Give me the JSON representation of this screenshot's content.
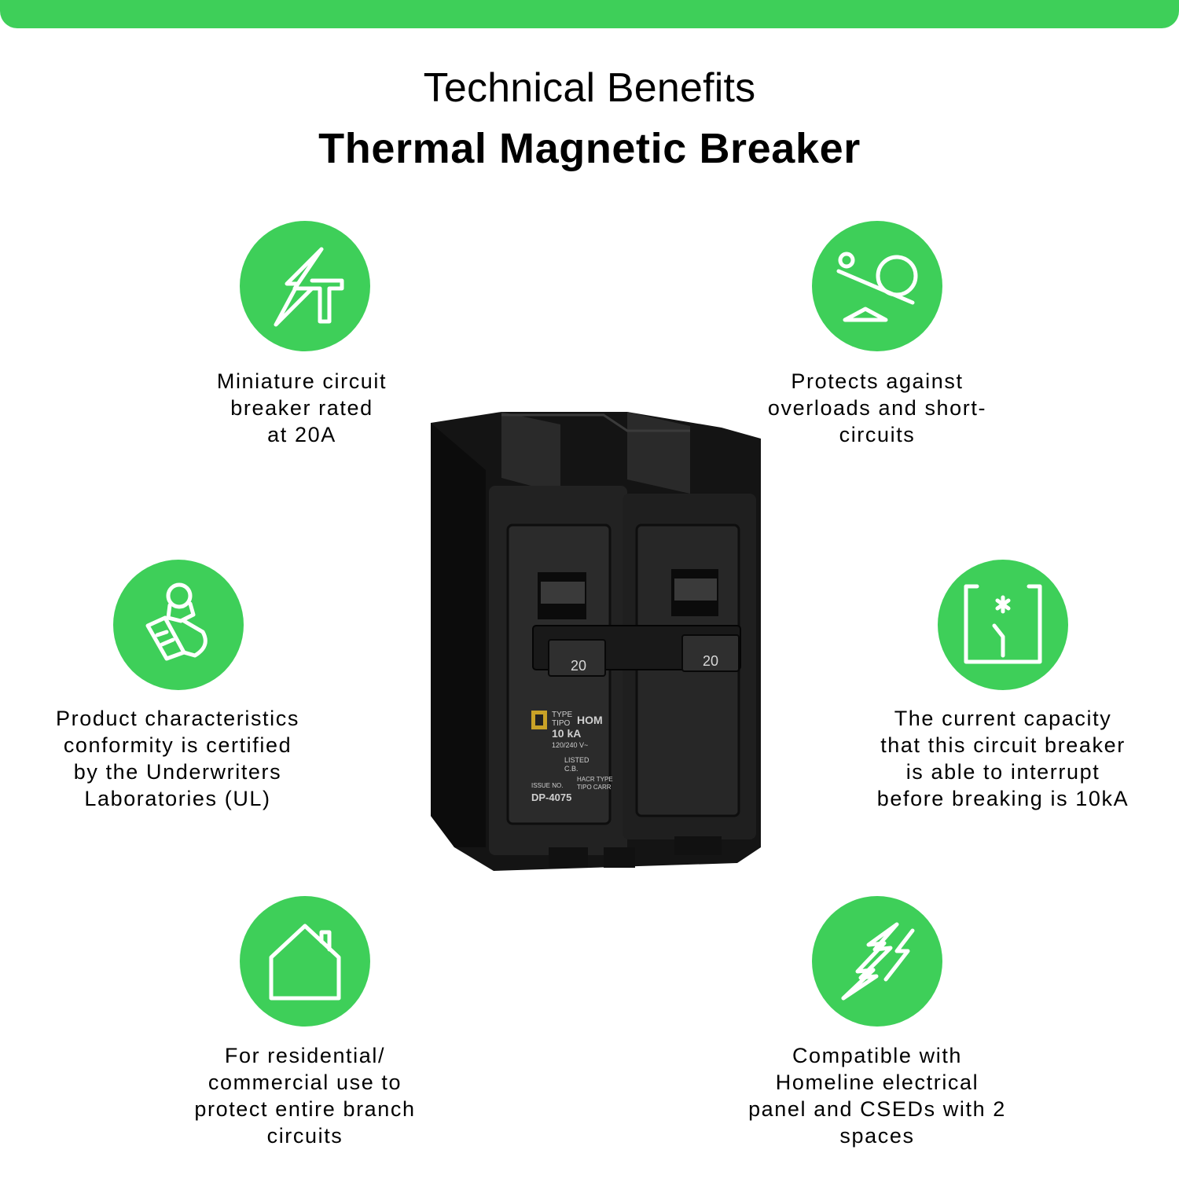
{
  "header": {
    "subtitle": "Technical Benefits",
    "title": "Thermal Magnetic Breaker"
  },
  "colors": {
    "accent": "#3ecf59",
    "icon_stroke": "#ffffff",
    "text": "#000000",
    "product_body": "#1c1c1c"
  },
  "features": [
    {
      "icon": "lightning-bolt-icon",
      "text": "Miniature circuit\nbreaker rated\nat 20A"
    },
    {
      "icon": "seesaw-balance-icon",
      "text": "Protects against\noverloads and short-\ncircuits"
    },
    {
      "icon": "certificate-badge-icon",
      "text": "Product characteristics\nconformity is certified\nby the Underwriters\nLaboratories (UL)"
    },
    {
      "icon": "circuit-breaker-switch-icon",
      "text": "The current capacity\nthat this circuit breaker\nis able to interrupt\nbefore breaking is 10kA"
    },
    {
      "icon": "house-icon",
      "text": "For residential/\ncommercial use to\nprotect entire branch\ncircuits"
    },
    {
      "icon": "double-lightning-icon",
      "text": "Compatible with\nHomeline electrical\npanel and CSEDs with 2\nspaces"
    }
  ],
  "product": {
    "handle_ratings": [
      "20",
      "20"
    ],
    "label": {
      "type": "TYPE",
      "tipo": "TIPO",
      "model": "HOM",
      "rating": "10 kA",
      "voltage": "120/240 V~",
      "listed": "LISTED",
      "cb": "C.B.",
      "hacr": "HACR TYPE",
      "tipo_carr": "TIPO CARR",
      "issue": "ISSUE NO.",
      "dp": "DP-4075"
    }
  }
}
